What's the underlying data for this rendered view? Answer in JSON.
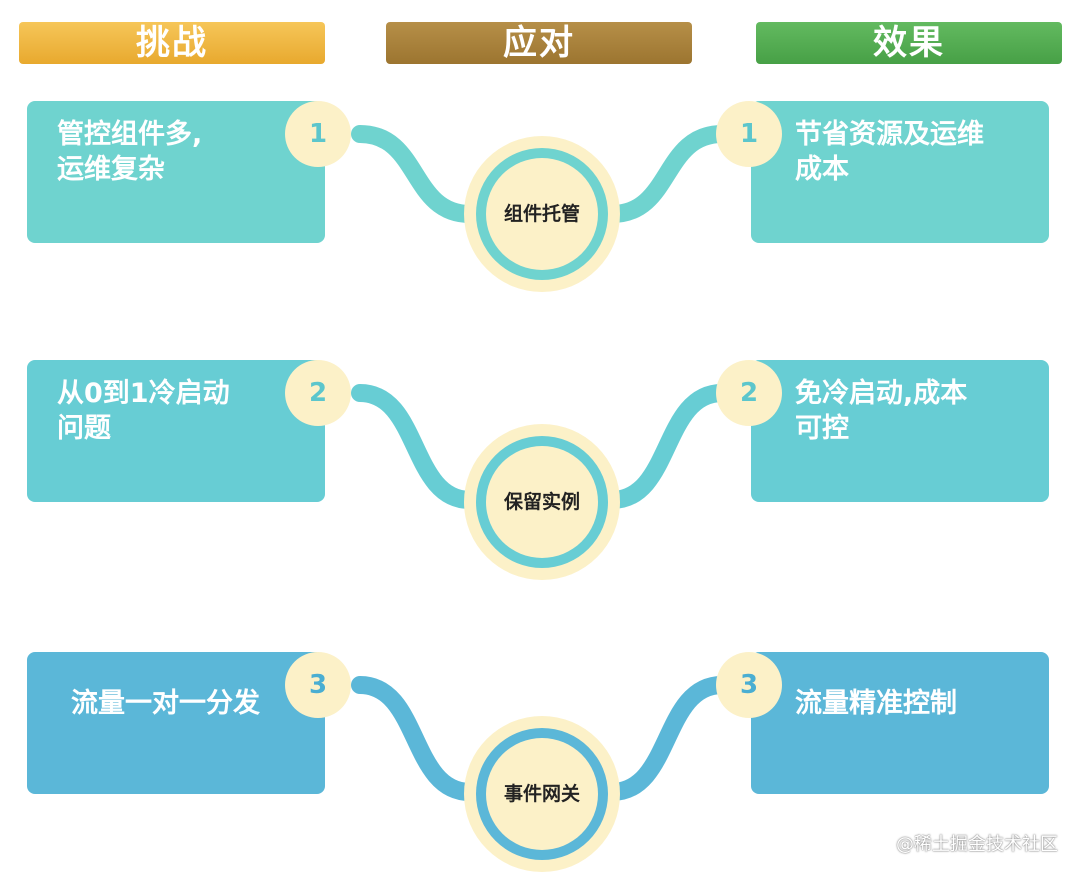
{
  "headers": {
    "challenge": "挑战",
    "response": "应对",
    "effect": "效果"
  },
  "rows": [
    {
      "challenge_lines": [
        "管控组件多,",
        "运维复杂"
      ],
      "left_number": "1",
      "hub_label": "组件托管",
      "right_number": "1",
      "effect_lines": [
        "节省资源及运维",
        "成本"
      ]
    },
    {
      "challenge_lines": [
        "从0到1冷启动",
        "问题"
      ],
      "left_number": "2",
      "hub_label": "保留实例",
      "right_number": "2",
      "effect_lines": [
        "免冷启动,成本",
        "可控"
      ]
    },
    {
      "challenge_lines": [
        "流量一对一分发"
      ],
      "left_number": "3",
      "hub_label": "事件网关",
      "right_number": "3",
      "effect_lines": [
        "流量精准控制"
      ]
    }
  ],
  "colors": {
    "header_challenge": "#f0b640",
    "header_response": "#a8833c",
    "header_effect": "#55ad52",
    "row1": "#6fd3cf",
    "row2": "#67cdd4",
    "row3": "#5bb7d8",
    "badge_fill": "#fcf1c8"
  },
  "watermark": "@稀土掘金技术社区"
}
